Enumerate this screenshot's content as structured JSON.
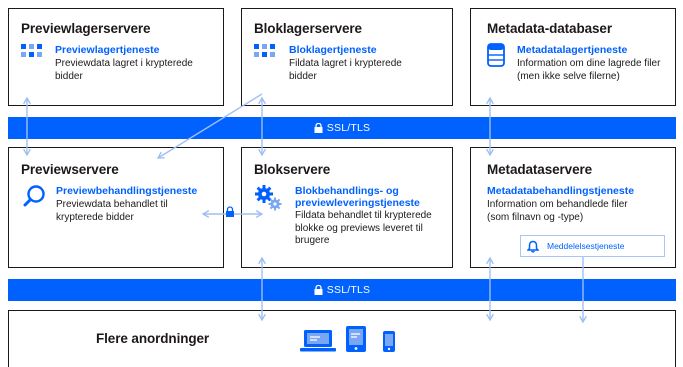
{
  "boxes": {
    "preview_storage": {
      "title": "Previewlagerservere",
      "service": "Previewlagertjeneste",
      "desc": [
        "Previewdata lagret i krypterede",
        "bidder"
      ]
    },
    "block_storage": {
      "title": "Bloklagerservere",
      "service": "Bloklagertjeneste",
      "desc": [
        "Fildata lagret i krypterede",
        "bidder"
      ]
    },
    "metadata_db": {
      "title": "Metadata-databaser",
      "service": "Metadatalagertjeneste",
      "desc": [
        "Information om dine lagrede filer",
        "(men ikke selve filerne)"
      ]
    },
    "preview_servers": {
      "title": "Previewservere",
      "service": "Previewbehandlingstjeneste",
      "desc": [
        "Previewdata behandlet til",
        "krypterede bidder"
      ]
    },
    "block_servers": {
      "title": "Blokservere",
      "service": [
        "Blokbehandlings- og",
        "previewleveringstjeneste"
      ],
      "desc": [
        "Fildata behandlet til krypterede",
        "blokke og previews leveret til",
        "brugere"
      ]
    },
    "metadata_servers": {
      "title": "Metadataservere",
      "service": "Metadatabehandlingstjeneste",
      "desc": [
        "Information om behandlede filer",
        "(som filnavn og -type)"
      ],
      "notification": "Meddelelsestjeneste"
    },
    "devices": {
      "title": "Flere anordninger"
    }
  },
  "bands": {
    "top": "SSL/TLS",
    "bottom": "SSL/TLS"
  },
  "colors": {
    "accent": "#0061fe",
    "light_accent": "#a9c6f7",
    "text": "#1e1919",
    "icon_light": "#7aa7f5"
  },
  "icons": [
    "grid-icon",
    "database-icon",
    "search-icon",
    "gears-icon",
    "bell-icon",
    "lock-icon",
    "laptop-icon",
    "tablet-icon",
    "phone-icon"
  ]
}
